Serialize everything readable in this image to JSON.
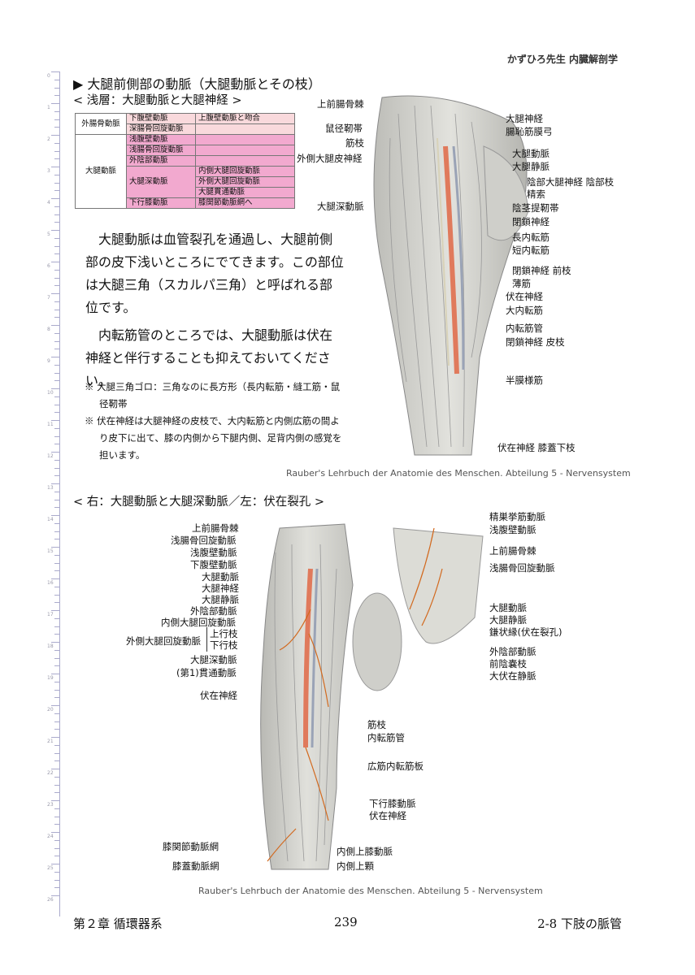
{
  "header": {
    "author": "かずひろ先生 内臓解剖学"
  },
  "title": "▶ 大腿前側部の動脈（大腿動脈とその枝）",
  "section1": {
    "subtitle": "< 浅層：大腿動脈と大腿神経 >"
  },
  "ruler": {
    "numbers": [
      "0",
      "1",
      "2",
      "3",
      "4",
      "5",
      "6",
      "7",
      "8",
      "9",
      "10",
      "11",
      "12",
      "13",
      "14",
      "15",
      "16",
      "17",
      "18",
      "19",
      "20",
      "21",
      "22",
      "23",
      "24",
      "25",
      "26"
    ]
  },
  "table": {
    "rows": [
      [
        "外腸骨動脈",
        "下腹壁動脈",
        "上腹壁動脈と吻合"
      ],
      [
        "",
        "深腸骨回旋動脈",
        ""
      ],
      [
        "大腿動脈",
        "浅腹壁動脈",
        ""
      ],
      [
        "",
        "浅腸骨回旋動脈",
        ""
      ],
      [
        "",
        "外陰部動脈",
        ""
      ],
      [
        "",
        "大腿深動脈",
        "内側大腿回旋動脈"
      ],
      [
        "",
        "",
        "外側大腿回旋動脈"
      ],
      [
        "",
        "",
        "大腿貫通動脈"
      ],
      [
        "",
        "下行膝動脈",
        "膝関節動脈網へ"
      ]
    ]
  },
  "body": {
    "p1": "大腿動脈は血管裂孔を通過し、大腿前側部の皮下浅いところにでてきます。この部位は大腿三角（スカルパ三角）と呼ばれる部位です。",
    "p2": "内転筋管のところでは、大腿動脈は伏在神経と伴行することも抑えておいてください。"
  },
  "notes": {
    "n1": "※ 大腿三角ゴロ：三角なのに長方形（長内転筋・縫工筋・鼠径靭帯",
    "n2": "※ 伏在神経は大腿神経の皮枝で、大内転筋と内側広筋の間より皮下に出て、膝の内側から下腿内側、足背内側の感覚を担います。"
  },
  "figure1": {
    "labels_left": [
      "上前腸骨棘",
      "鼠径靭帯",
      "筋枝",
      "外側大腿皮神経",
      "大腿深動脈"
    ],
    "labels_right": [
      "大腿神経",
      "腸恥筋膜弓",
      "大腿動脈",
      "大腿静脈",
      "陰部大腿神経 陰部枝",
      "精索",
      "陰茎提靭帯",
      "閉鎖神経",
      "長内転筋",
      "短内転筋",
      "閉鎖神経 前枝",
      "薄筋",
      "伏在神経",
      "大内転筋",
      "内転筋管",
      "閉鎖神経 皮枝",
      "半膜様筋",
      "伏在神経 膝蓋下枝"
    ],
    "caption": "Rauber's Lehrbuch der Anatomie des Menschen. Abteilung 5 -  Nervensystem"
  },
  "section2": {
    "subtitle": "< 右：大腿動脈と大腿深動脈／左：伏在裂孔 >"
  },
  "figure2": {
    "labels_left": [
      "上前腸骨棘",
      "浅腸骨回旋動脈",
      "浅腹壁動脈",
      "下腹壁動脈",
      "大腿動脈",
      "大腿神経",
      "大腿静脈",
      "外陰部動脈",
      "内側大腿回旋動脈",
      "上行枝",
      "下行枝",
      "大腿深動脈",
      "(第1)貫通動脈",
      "伏在神経",
      "膝関節動脈網",
      "膝蓋動脈網"
    ],
    "group_label": "外側大腿回旋動脈",
    "labels_right": [
      "精巣挙筋動脈",
      "浅腹壁動脈",
      "上前腸骨棘",
      "浅腸骨回旋動脈",
      "大腿動脈",
      "大腿静脈",
      "鎌状縁(伏在裂孔)",
      "外陰部動脈",
      "前陰嚢枝",
      "大伏在静脈",
      "筋枝",
      "内転筋管",
      "広筋内転筋板",
      "下行膝動脈",
      "伏在神経",
      "内側上膝動脈",
      "内側上顆"
    ],
    "caption": "Rauber's Lehrbuch der Anatomie des Menschen. Abteilung 5 -  Nervensystem"
  },
  "footer": {
    "chapter": "第２章 循環器系",
    "page": "239",
    "section": "2-8 下肢の脈管"
  },
  "colors": {
    "artery": "#e07a5c",
    "table_pink_light": "#f9d9dc",
    "table_pink": "#f2a9cf"
  }
}
